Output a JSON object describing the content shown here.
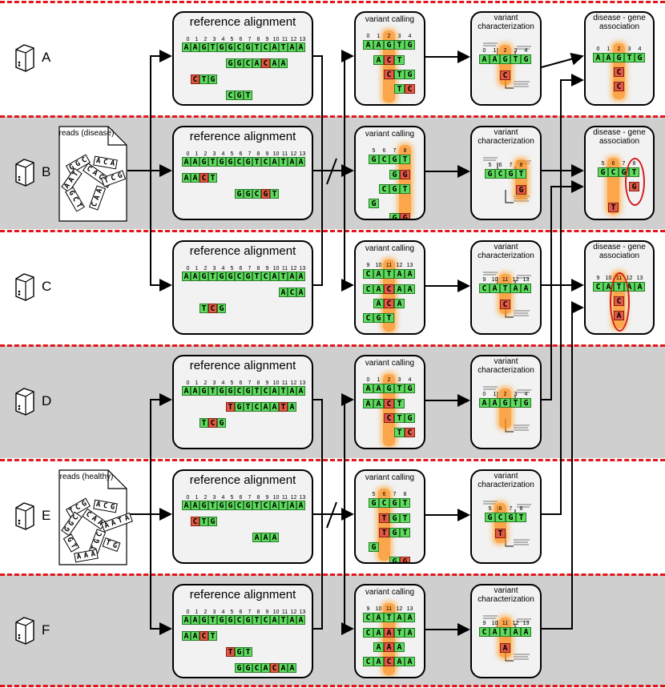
{
  "colors": {
    "separator": "#e3161b",
    "match": "#5fdc5f",
    "mismatch": "#e05a45",
    "highlight": "#ff8c14",
    "band": "#cfcfcf",
    "panel": "#f2f2f2"
  },
  "labels": {
    "ref_title": "reference alignment",
    "vc_title": "variant calling",
    "ch_title": "variant characterization",
    "dg_title": "disease - gene association",
    "reads_disease": "reads (disease)",
    "reads_healthy": "reads (healthy)"
  },
  "reference_sequence": "AAGTGGCGTCATAA",
  "reference_indices": [
    "0",
    "1",
    "2",
    "3",
    "4",
    "5",
    "6",
    "7",
    "8",
    "9",
    "10",
    "11",
    "12",
    "13"
  ],
  "disease_read_tiles": [
    "GGC",
    "ACA",
    "AAT",
    "CACA",
    "TCG",
    "GCT",
    "CAA"
  ],
  "healthy_read_tiles": [
    "TCG",
    "ACG",
    "GGC",
    "CAA",
    "AATA",
    "GT",
    "TGC",
    "TG",
    "AAA"
  ],
  "rows": [
    {
      "id": "A",
      "icon": "server-icon",
      "ref": {
        "reads": [
          {
            "offset": 5,
            "seq": [
              "G",
              "G",
              "C",
              "A",
              "C",
              "A",
              "A"
            ],
            "mm": [
              false,
              false,
              false,
              false,
              true,
              false,
              false
            ]
          },
          {
            "offset": 1,
            "seq": [
              "C",
              "T",
              "G"
            ],
            "mm": [
              true,
              false,
              false
            ]
          },
          {
            "offset": 5,
            "seq": [
              "C",
              "G",
              "T"
            ],
            "mm": [
              false,
              false,
              false
            ]
          }
        ]
      },
      "vc": {
        "indices": [
          "0",
          "1",
          "2",
          "3",
          "4"
        ],
        "ref": [
          "A",
          "A",
          "G",
          "T",
          "G"
        ],
        "reads": [
          {
            "offset": 1,
            "seq": [
              "A",
              "C",
              "T"
            ],
            "mm": [
              false,
              true,
              false
            ]
          },
          {
            "offset": 2,
            "seq": [
              "C",
              "T",
              "G"
            ],
            "mm": [
              true,
              false,
              false
            ]
          },
          {
            "offset": 3,
            "seq": [
              "T",
              "C"
            ],
            "mm": [
              false,
              true
            ]
          }
        ],
        "glow": 2
      },
      "ch": {
        "indices": [
          "0",
          "1",
          "2",
          "3",
          "4"
        ],
        "ref": [
          "A",
          "A",
          "G",
          "T",
          "G"
        ],
        "variants": [
          "C"
        ],
        "glow": 2
      },
      "dg": {
        "indices": [
          "0",
          "1",
          "2",
          "3",
          "4"
        ],
        "ref": [
          "A",
          "A",
          "G",
          "T",
          "G"
        ],
        "variants": [
          "C",
          "C"
        ],
        "glow": 2,
        "ring": false
      }
    },
    {
      "id": "B",
      "icon": "server-icon",
      "ref": {
        "reads": [
          {
            "offset": 0,
            "seq": [
              "A",
              "A",
              "C",
              "T"
            ],
            "mm": [
              false,
              false,
              true,
              false
            ]
          },
          {
            "offset": 6,
            "seq": [
              "G",
              "G",
              "C",
              "G",
              "T"
            ],
            "mm": [
              false,
              false,
              false,
              true,
              false
            ]
          }
        ]
      },
      "vc": {
        "indices": [
          "5",
          "6",
          "7",
          "8"
        ],
        "ref": [
          "G",
          "C",
          "G",
          "T"
        ],
        "reads": [
          {
            "offset": 2,
            "seq": [
              "G",
              "G"
            ],
            "mm": [
              false,
              true
            ]
          },
          {
            "offset": 1,
            "seq": [
              "C",
              "G",
              "T"
            ],
            "mm": [
              false,
              false,
              false
            ]
          },
          {
            "offset": 0,
            "seq": [
              "G"
            ],
            "mm": [
              false
            ]
          },
          {
            "offset": 2,
            "seq": [
              "G",
              "G"
            ],
            "mm": [
              false,
              true
            ]
          }
        ],
        "glow": 3
      },
      "ch": {
        "indices": [
          "5",
          "6",
          "7",
          "8"
        ],
        "ref": [
          "G",
          "C",
          "G",
          "T"
        ],
        "variants": [
          "G"
        ],
        "glow": 3
      },
      "dg": {
        "indices": [
          "5",
          "6",
          "7",
          "8"
        ],
        "ref": [
          "G",
          "C",
          "G",
          "T"
        ],
        "variants": [
          "G"
        ],
        "extra": "T",
        "glow": 3,
        "ring": true
      }
    },
    {
      "id": "C",
      "icon": "server-icon",
      "ref": {
        "reads": [
          {
            "offset": 11,
            "seq": [
              "A",
              "C",
              "A"
            ],
            "mm": [
              false,
              false,
              false
            ]
          },
          {
            "offset": 2,
            "seq": [
              "T",
              "C",
              "G"
            ],
            "mm": [
              false,
              true,
              false
            ]
          }
        ]
      },
      "vc": {
        "indices": [
          "9",
          "10",
          "11",
          "12",
          "13"
        ],
        "ref": [
          "C",
          "A",
          "T",
          "A",
          "A"
        ],
        "reads": [
          {
            "offset": 0,
            "seq": [
              "C",
              "A",
              "C",
              "A",
              "A"
            ],
            "mm": [
              false,
              false,
              true,
              false,
              false
            ]
          },
          {
            "offset": 1,
            "seq": [
              "A",
              "C",
              "A"
            ],
            "mm": [
              false,
              true,
              false
            ]
          },
          {
            "offset": 0,
            "seq": [
              "C",
              "G",
              "T"
            ],
            "mm": [
              false,
              false,
              false
            ]
          }
        ],
        "glow": 2
      },
      "ch": {
        "indices": [
          "9",
          "10",
          "11",
          "12",
          "13"
        ],
        "ref": [
          "C",
          "A",
          "T",
          "A",
          "A"
        ],
        "variants": [
          "C"
        ],
        "glow": 2
      },
      "dg": {
        "indices": [
          "9",
          "10",
          "11",
          "12",
          "13"
        ],
        "ref": [
          "C",
          "A",
          "T",
          "A",
          "A"
        ],
        "variants": [
          "C",
          "A"
        ],
        "glow": 2,
        "ring": true
      }
    },
    {
      "id": "D",
      "icon": "server-icon",
      "ref": {
        "reads": [
          {
            "offset": 5,
            "seq": [
              "T",
              "G",
              "T",
              "C",
              "A",
              "A",
              "T",
              "A"
            ],
            "mm": [
              true,
              false,
              false,
              false,
              false,
              false,
              true,
              false
            ]
          },
          {
            "offset": 2,
            "seq": [
              "T",
              "C",
              "G"
            ],
            "mm": [
              false,
              true,
              false
            ]
          }
        ]
      },
      "vc": {
        "indices": [
          "0",
          "1",
          "2",
          "3",
          "4"
        ],
        "ref": [
          "A",
          "A",
          "G",
          "T",
          "G"
        ],
        "reads": [
          {
            "offset": 0,
            "seq": [
              "A",
              "A",
              "C",
              "T"
            ],
            "mm": [
              false,
              false,
              true,
              false
            ]
          },
          {
            "offset": 2,
            "seq": [
              "C",
              "T",
              "G"
            ],
            "mm": [
              true,
              false,
              false
            ]
          },
          {
            "offset": 3,
            "seq": [
              "T",
              "C"
            ],
            "mm": [
              false,
              true
            ]
          }
        ],
        "glow": 2
      },
      "ch": {
        "indices": [
          "0",
          "1",
          "2",
          "3",
          "4"
        ],
        "ref": [
          "A",
          "A",
          "G",
          "T",
          "G"
        ],
        "variants": [],
        "glow": 2
      },
      "dg": null
    },
    {
      "id": "E",
      "icon": "server-icon",
      "ref": {
        "reads": [
          {
            "offset": 1,
            "seq": [
              "C",
              "T",
              "G"
            ],
            "mm": [
              true,
              false,
              false
            ]
          },
          {
            "offset": 8,
            "seq": [
              "A",
              "A",
              "A"
            ],
            "mm": [
              false,
              false,
              false
            ]
          }
        ]
      },
      "vc": {
        "indices": [
          "5",
          "6",
          "7",
          "8"
        ],
        "ref": [
          "G",
          "C",
          "G",
          "T"
        ],
        "reads": [
          {
            "offset": 1,
            "seq": [
              "T",
              "G",
              "T"
            ],
            "mm": [
              true,
              false,
              false
            ]
          },
          {
            "offset": 1,
            "seq": [
              "T",
              "G",
              "T"
            ],
            "mm": [
              true,
              false,
              false
            ]
          },
          {
            "offset": 0,
            "seq": [
              "G"
            ],
            "mm": [
              false
            ]
          },
          {
            "offset": 2,
            "seq": [
              "G",
              "G"
            ],
            "mm": [
              false,
              true
            ]
          }
        ],
        "glow": 1
      },
      "ch": {
        "indices": [
          "5",
          "6",
          "7",
          "8"
        ],
        "ref": [
          "G",
          "C",
          "G",
          "T"
        ],
        "variants": [
          "T"
        ],
        "glow": 1
      },
      "dg": null
    },
    {
      "id": "F",
      "icon": "server-icon",
      "ref": {
        "reads": [
          {
            "offset": 0,
            "seq": [
              "A",
              "A",
              "C",
              "T"
            ],
            "mm": [
              false,
              false,
              true,
              false
            ]
          },
          {
            "offset": 5,
            "seq": [
              "T",
              "G",
              "T"
            ],
            "mm": [
              true,
              false,
              false
            ]
          },
          {
            "offset": 6,
            "seq": [
              "G",
              "G",
              "C",
              "A",
              "C",
              "A",
              "A"
            ],
            "mm": [
              false,
              false,
              false,
              false,
              true,
              false,
              false
            ]
          }
        ]
      },
      "vc": {
        "indices": [
          "9",
          "10",
          "11",
          "12",
          "13"
        ],
        "ref": [
          "C",
          "A",
          "T",
          "A",
          "A"
        ],
        "reads": [
          {
            "offset": 0,
            "seq": [
              "C",
              "A",
              "A",
              "T",
              "A"
            ],
            "mm": [
              false,
              false,
              true,
              false,
              false
            ]
          },
          {
            "offset": 1,
            "seq": [
              "A",
              "A",
              "A"
            ],
            "mm": [
              false,
              true,
              false
            ]
          },
          {
            "offset": 0,
            "seq": [
              "C",
              "A",
              "C",
              "A",
              "A"
            ],
            "mm": [
              false,
              false,
              true,
              false,
              false
            ]
          }
        ],
        "glow": 2
      },
      "ch": {
        "indices": [
          "9",
          "10",
          "11",
          "12",
          "13"
        ],
        "ref": [
          "C",
          "A",
          "T",
          "A",
          "A"
        ],
        "variants": [
          "A"
        ],
        "glow": 2
      },
      "dg": null
    }
  ]
}
